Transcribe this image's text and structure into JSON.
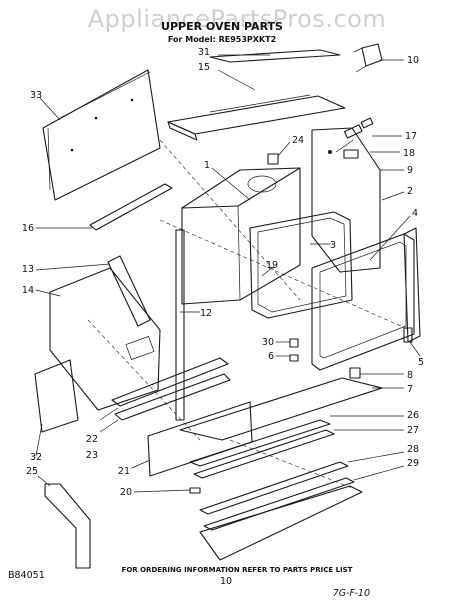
{
  "watermark": "AppliancePartsPros.com",
  "header": {
    "title": "UPPER OVEN PARTS",
    "model_line": "For Model: RE953PXKT2"
  },
  "callouts": [
    "31",
    "15",
    "10",
    "33",
    "17",
    "18",
    "24",
    "9",
    "1",
    "2",
    "4",
    "16",
    "3",
    "19",
    "13",
    "12",
    "14",
    "30",
    "6",
    "5",
    "8",
    "7",
    "26",
    "27",
    "22",
    "23",
    "21",
    "28",
    "29",
    "32",
    "20",
    "25"
  ],
  "footer": {
    "left_code": "B84051",
    "note": "FOR ORDERING INFORMATION REFER TO PARTS PRICE LIST",
    "page_number": "10",
    "handwritten_date": "7G-F-10"
  }
}
